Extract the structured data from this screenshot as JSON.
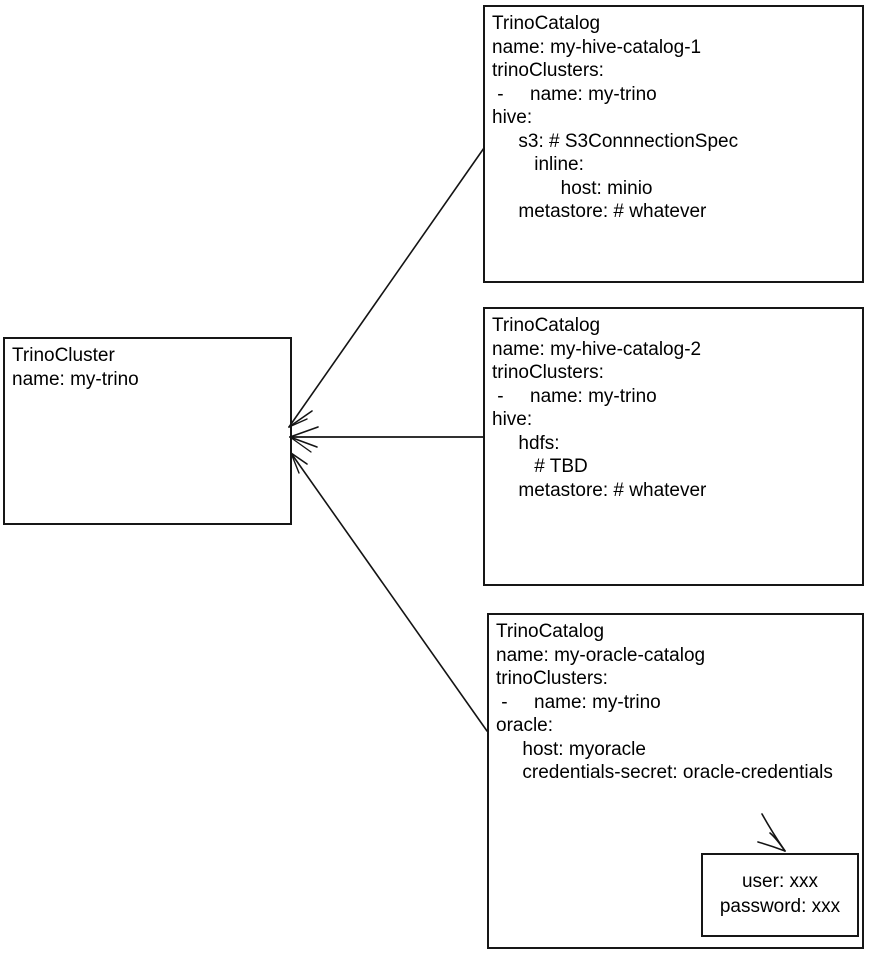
{
  "diagram_title": "TrinoCluster / TrinoCatalog relationship diagram",
  "colors": {
    "stroke": "#141414",
    "text": "#000000",
    "background": "#ffffff"
  },
  "nodes": {
    "cluster": {
      "kind": "TrinoCluster",
      "text": "TrinoCluster\nname: my-trino"
    },
    "catalog1": {
      "kind": "TrinoCatalog",
      "text": "TrinoCatalog\nname: my-hive-catalog-1\ntrinoClusters:\n -     name: my-trino\nhive:\n     s3: # S3ConnnectionSpec\n        inline:\n             host: minio\n     metastore: # whatever"
    },
    "catalog2": {
      "kind": "TrinoCatalog",
      "text": "TrinoCatalog\nname: my-hive-catalog-2\ntrinoClusters:\n -     name: my-trino\nhive:\n     hdfs:\n        # TBD\n     metastore: # whatever"
    },
    "catalog3": {
      "kind": "TrinoCatalog",
      "text": "TrinoCatalog\nname: my-oracle-catalog\ntrinoClusters:\n -     name: my-trino\noracle:\n     host: myoracle\n     credentials-secret: oracle-credentials"
    },
    "secret": {
      "kind": "Secret",
      "text": "user: xxx\npassword: xxx"
    }
  },
  "connectors": [
    {
      "from": "catalog1",
      "to": "cluster",
      "style": "arrow-into-cluster"
    },
    {
      "from": "catalog2",
      "to": "cluster",
      "style": "arrow-into-cluster"
    },
    {
      "from": "catalog3",
      "to": "cluster",
      "style": "arrow-into-cluster"
    },
    {
      "from": "credentials-secret reference",
      "to": "secret",
      "style": "annotation-arrow"
    }
  ]
}
